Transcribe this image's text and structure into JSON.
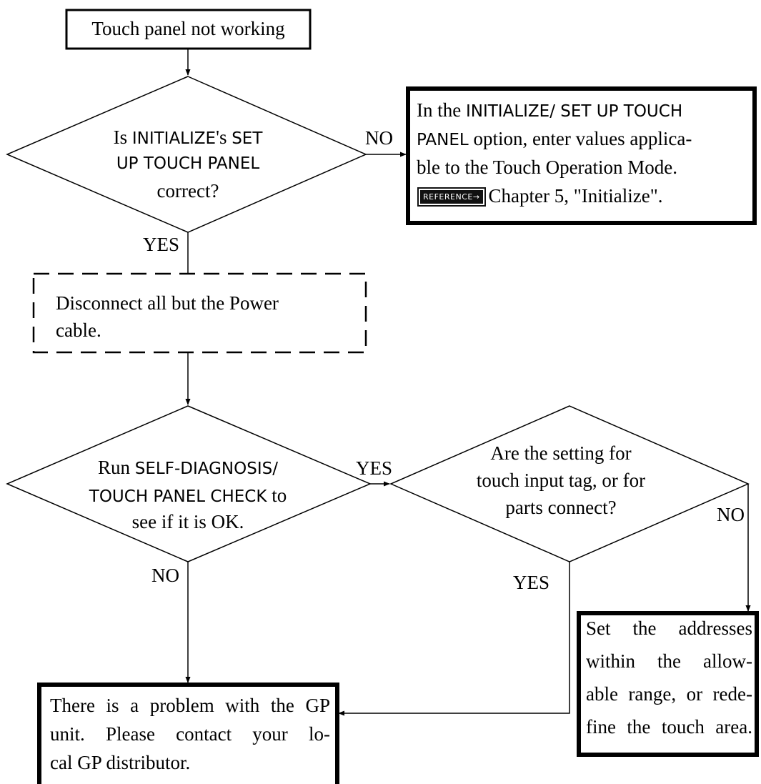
{
  "start": {
    "label": "Touch panel not working"
  },
  "decision1": {
    "line1_pre": "Is ",
    "line1_term": "INITIALIZE",
    "line1_mid": "'s ",
    "line1_term2": "SET",
    "line2": "UP TOUCH PANEL",
    "line3": "correct?",
    "no_label": "NO",
    "yes_label": "YES"
  },
  "init_box": {
    "line1_pre": "In the ",
    "line1_term": "INITIALIZE/ SET UP TOUCH",
    "line2_term": "PANEL",
    "line2_rest": " option, enter values applica-",
    "line3": "ble to the  Touch Operation Mode.",
    "ref_icon": "REFERENCE→",
    "line4": "Chapter 5, \"Initialize\"."
  },
  "disconnect": {
    "line1": "Disconnect all but the Power",
    "line2": "cable."
  },
  "decision2": {
    "line1_pre": "Run ",
    "line1_term": "SELF-DIAGNOSIS/",
    "line2_term": "TOUCH PANEL CHECK",
    "line2_rest": " to",
    "line3": "see if it is OK.",
    "yes_label": "YES",
    "no_label": "NO"
  },
  "decision3": {
    "line1": "Are the setting for",
    "line2": "touch input tag, or for",
    "line3": "parts connect?",
    "no_label": "NO",
    "yes_label": "YES"
  },
  "address_box": {
    "line1": "Set the addresses",
    "line2": "within the allow-",
    "line3": "able range, or rede-",
    "line4": "fine the touch area."
  },
  "problem_box": {
    "line1": "There is a problem with the GP",
    "line2": "unit.  Please contact your lo-",
    "line3": "cal GP distributor."
  }
}
